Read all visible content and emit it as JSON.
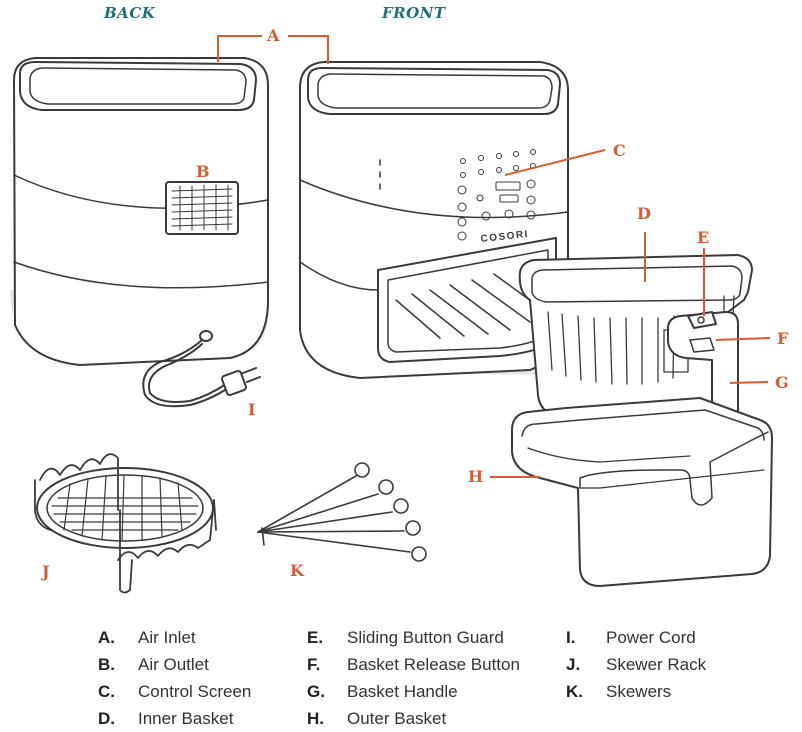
{
  "views": {
    "back": "BACK",
    "front": "FRONT"
  },
  "brand": "COSORI",
  "callouts": {
    "A": "A",
    "B": "B",
    "C": "C",
    "D": "D",
    "E": "E",
    "F": "F",
    "G": "G",
    "H": "H",
    "I": "I",
    "J": "J",
    "K": "K"
  },
  "legend": [
    {
      "key": "A.",
      "label": "Air Inlet"
    },
    {
      "key": "B.",
      "label": "Air Outlet"
    },
    {
      "key": "C.",
      "label": "Control Screen"
    },
    {
      "key": "D.",
      "label": "Inner Basket"
    },
    {
      "key": "E.",
      "label": "Sliding Button Guard"
    },
    {
      "key": "F.",
      "label": "Basket Release Button"
    },
    {
      "key": "G.",
      "label": "Basket Handle"
    },
    {
      "key": "H.",
      "label": "Outer Basket"
    },
    {
      "key": "I.",
      "label": "Power Cord"
    },
    {
      "key": "J.",
      "label": "Skewer Rack"
    },
    {
      "key": "K.",
      "label": "Skewers"
    }
  ],
  "colors": {
    "line": "#3a3a3a",
    "callout": "#d95b33",
    "title": "#1f6f78",
    "shadow": "#e6e6e6"
  }
}
